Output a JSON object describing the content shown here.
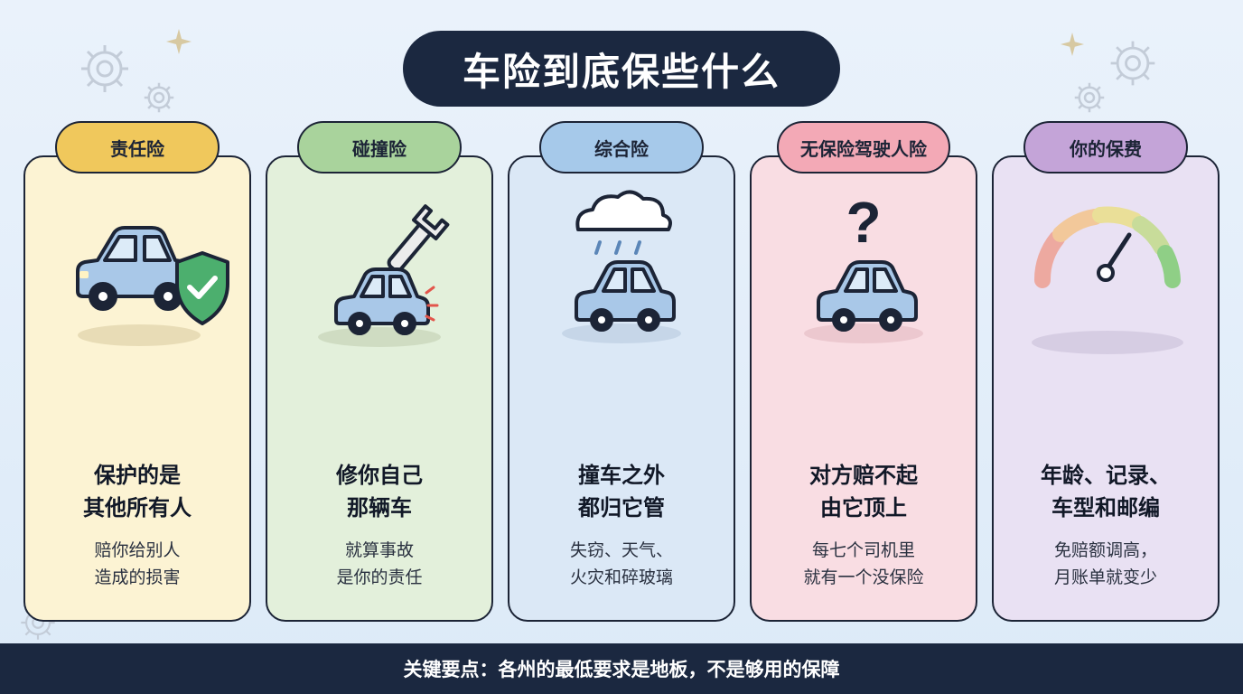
{
  "title": "车险到底保些什么",
  "colors": {
    "dark": "#1b2840",
    "outline": "#1c2436",
    "car_body": "#a9c8e8"
  },
  "cards": [
    {
      "tab": "责任险",
      "tab_color": "#f0c85c",
      "card_color": "#fcf3d3",
      "headline_1": "保护的是",
      "headline_2": "其他所有人",
      "desc_1": "赔你给别人",
      "desc_2": "造成的损害",
      "icon": "car-with-shield-icon"
    },
    {
      "tab": "碰撞险",
      "tab_color": "#a9d39c",
      "card_color": "#e3f0db",
      "headline_1": "修你自己",
      "headline_2": "那辆车",
      "desc_1": "就算事故",
      "desc_2": "是你的责任",
      "icon": "car-with-wrench-icon"
    },
    {
      "tab": "综合险",
      "tab_color": "#a6c9ea",
      "card_color": "#dbe8f6",
      "headline_1": "撞车之外",
      "headline_2": "都归它管",
      "desc_1": "失窃、天气、",
      "desc_2": "火灾和碎玻璃",
      "icon": "car-with-rain-cloud-icon"
    },
    {
      "tab": "无保险驾驶人险",
      "tab_color": "#f3a9b6",
      "card_color": "#f9dde3",
      "headline_1": "对方赔不起",
      "headline_2": "由它顶上",
      "desc_1": "每七个司机里",
      "desc_2": "就有一个没保险",
      "icon": "car-with-question-mark-icon"
    },
    {
      "tab": "你的保费",
      "tab_color": "#c4a4d8",
      "card_color": "#e9e1f3",
      "headline_1": "年龄、记录、",
      "headline_2": "车型和邮编",
      "desc_1": "免赔额调高，",
      "desc_2": "月账单就变少",
      "icon": "speedometer-gauge-icon"
    }
  ],
  "footer": "关键要点：各州的最低要求是地板，不是够用的保障"
}
